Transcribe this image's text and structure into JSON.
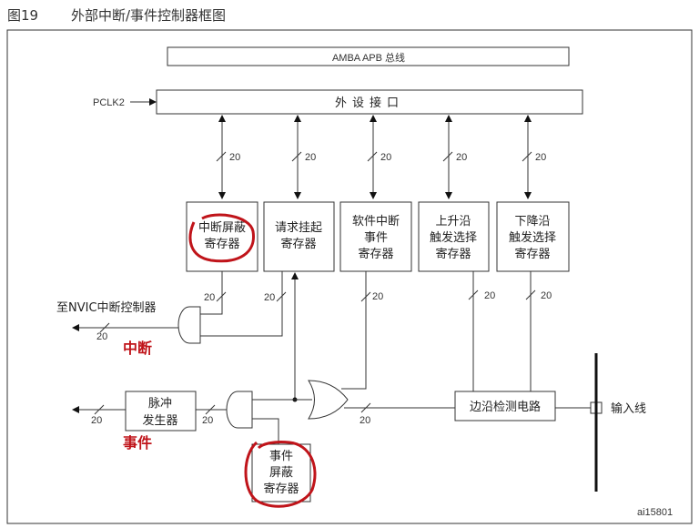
{
  "figure": {
    "number": "图19",
    "title": "外部中断/事件控制器框图",
    "id": "ai15801"
  },
  "bus": {
    "amba": "AMBA APB 总线",
    "interface": "外设接口",
    "clock": "PCLK2"
  },
  "bus_width": "20",
  "registers": [
    {
      "line1": "中断屏蔽",
      "line2": "寄存器"
    },
    {
      "line1": "请求挂起",
      "line2": "寄存器"
    },
    {
      "line1": "软件中断",
      "line2": "事件",
      "line3": "寄存器"
    },
    {
      "line1": "上升沿",
      "line2": "触发选择",
      "line3": "寄存器"
    },
    {
      "line1": "下降沿",
      "line2": "触发选择",
      "line3": "寄存器"
    }
  ],
  "nvic_label": "至NVIC中断控制器",
  "pulse": {
    "line1": "脉冲",
    "line2": "发生器"
  },
  "event_mask": {
    "line1": "事件",
    "line2": "屏蔽",
    "line3": "寄存器"
  },
  "edge_detect": "边沿检测电路",
  "input_line": "输入线",
  "annotations": {
    "interrupt": "中断",
    "event": "事件",
    "color": "#c0141a"
  }
}
